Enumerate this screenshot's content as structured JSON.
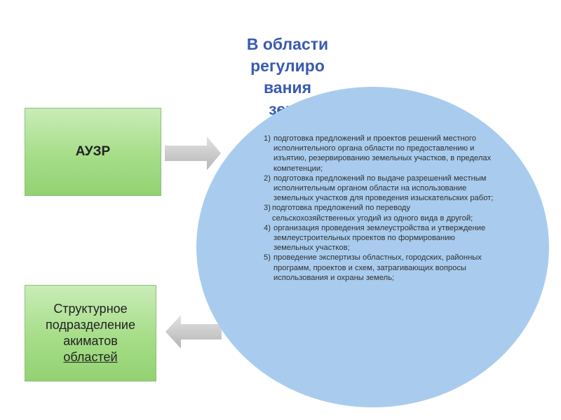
{
  "heading": {
    "lines": [
      "В области",
      "регулиро",
      "вания",
      "земе"
    ]
  },
  "boxes": {
    "auzr": {
      "label": "АУЗР"
    },
    "structural": {
      "line1": "Структурное",
      "line2": "подразделение",
      "line3": "акиматов",
      "line4": "областей"
    }
  },
  "list": {
    "items": [
      {
        "num": "1)",
        "text": "подготовка предложений и проектов решений местного исполнительного органа области по предоставлению и изъятию, резервированию земельных участков, в пределах компетенции;"
      },
      {
        "num": "2)",
        "text": "подготовка предложений по выдаче разрешений местным исполнительным органом области на использование земельных участков для проведения изыскательских работ;"
      },
      {
        "num": "3)",
        "text": "подготовка предложений по переводу сельскохозяйственных угодий из одного вида в другой;"
      },
      {
        "num": "4)",
        "text": "организация проведения землеустройства и утверждение землеустроительных проектов по формированию земельных участков;"
      },
      {
        "num": "5)",
        "text": "проведение экспертизы областных, городских, районных программ, проектов и схем, затрагивающих вопросы использования и охраны земель;"
      }
    ]
  },
  "colors": {
    "heading": "#3a5ab0",
    "ellipse": "#a9ccee",
    "box_green": "#a6dd88",
    "arrow_gray": "#c8c8c8"
  },
  "icons": {
    "arrow_right": "arrow-right-icon",
    "arrow_left": "arrow-left-icon"
  }
}
